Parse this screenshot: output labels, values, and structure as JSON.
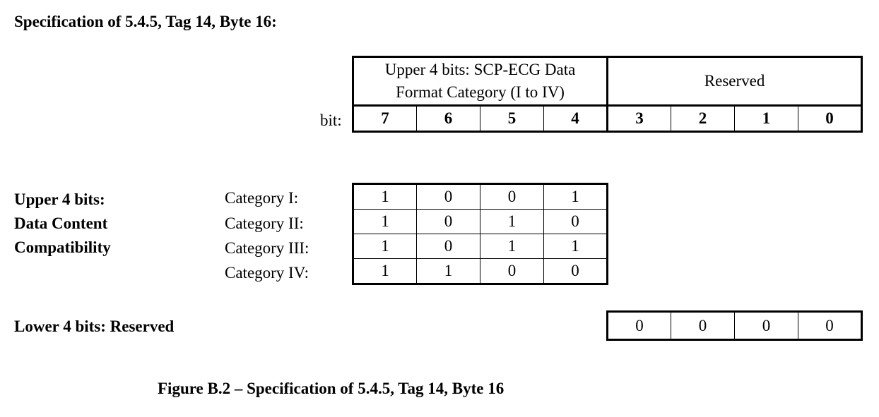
{
  "title": "Specification of 5.4.5, Tag 14, Byte 16:",
  "header": {
    "upper_group_line1": "Upper 4 bits: SCP-ECG Data",
    "upper_group_line2": "Format Category (I to IV)",
    "lower_group": "Reserved",
    "bit_label": "bit:",
    "bits": [
      "7",
      "6",
      "5",
      "4",
      "3",
      "2",
      "1",
      "0"
    ]
  },
  "upper_section": {
    "label_lines": [
      "Upper 4 bits:",
      "Data Content",
      "Compatibility"
    ],
    "categories": [
      {
        "label": "Category I:",
        "values": [
          "1",
          "0",
          "0",
          "1"
        ]
      },
      {
        "label": "Category II:",
        "values": [
          "1",
          "0",
          "1",
          "0"
        ]
      },
      {
        "label": "Category III:",
        "values": [
          "1",
          "0",
          "1",
          "1"
        ]
      },
      {
        "label": "Category IV:",
        "values": [
          "1",
          "1",
          "0",
          "0"
        ]
      }
    ]
  },
  "lower_section": {
    "label": "Lower 4 bits:  Reserved",
    "values": [
      "0",
      "0",
      "0",
      "0"
    ]
  },
  "caption": "Figure B.2 – Specification of 5.4.5, Tag 14, Byte 16"
}
